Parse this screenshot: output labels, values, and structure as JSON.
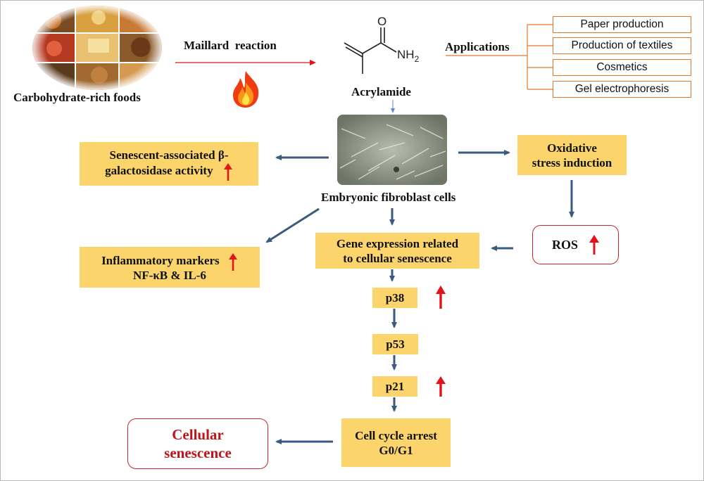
{
  "foods": {
    "caption": "Carbohydrate-rich foods",
    "image_icon": "food-collage-image"
  },
  "maillard": {
    "label": "Maillard  reaction",
    "icon": "flame-icon"
  },
  "acrylamide": {
    "label": "Acrylamide",
    "structure_text": "NH",
    "structure_sub": "2",
    "structure_o": "O"
  },
  "applications": {
    "label": "Applications",
    "items": [
      "Paper production",
      "Production of textiles",
      "Cosmetics",
      "Gel electrophoresis"
    ]
  },
  "cells": {
    "label": "Embryonic fibroblast cells",
    "image_icon": "microscopy-image"
  },
  "beta_gal": {
    "line1": "Senescent-associated β-",
    "line2": "galactosidase activity"
  },
  "oxidative": {
    "line1": "Oxidative",
    "line2": "stress induction"
  },
  "ros": {
    "label": "ROS"
  },
  "inflammatory": {
    "line1": "Inflammatory markers",
    "line2": "NF-κB & IL-6"
  },
  "gene_expression": {
    "line1": "Gene expression related",
    "line2": "to cellular senescence"
  },
  "p38": {
    "label": "p38"
  },
  "p53": {
    "label": "p53"
  },
  "p21": {
    "label": "p21"
  },
  "arrest": {
    "line1": "Cell cycle arrest",
    "line2": "G0/G1"
  },
  "senescence": {
    "line1": "Cellular",
    "line2": "senescence"
  },
  "colors": {
    "flow_arrow": "#3a5a80",
    "up_arrow": "#e0141a",
    "highlight_box": "#fbd56b",
    "app_border": "#e0782a",
    "outcome_text": "#c0141a"
  }
}
